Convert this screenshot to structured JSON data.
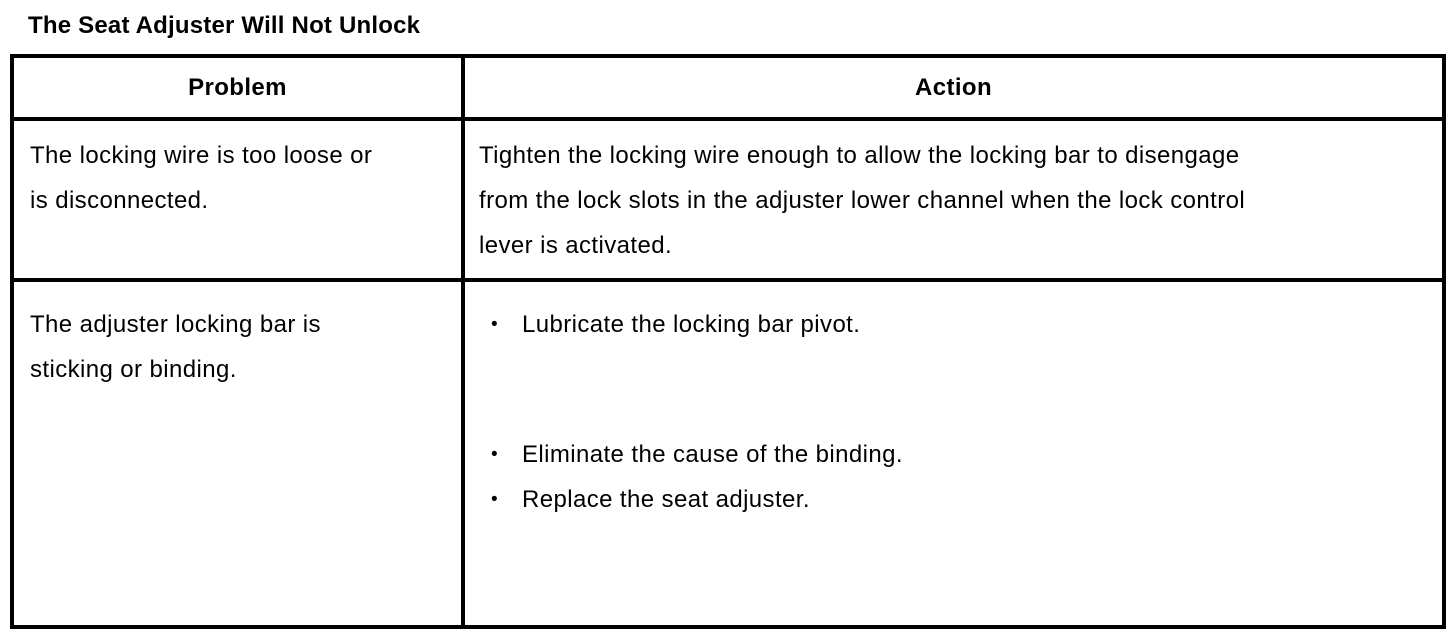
{
  "page": {
    "title": "The Seat Adjuster Will Not Unlock"
  },
  "table": {
    "headers": {
      "problem": "Problem",
      "action": "Action"
    },
    "bullet_glyph": "•",
    "rows": [
      {
        "problem": "The locking wire is too loose or is disconnected.",
        "action": "Tighten the locking wire enough to allow the locking bar to disengage from the lock slots in the adjuster lower channel when the lock control lever is activated."
      },
      {
        "problem": "The adjuster locking bar is sticking or binding.",
        "action_bullets": [
          "Lubricate the locking bar pivot.",
          "Eliminate the cause of the binding.",
          "Replace the seat adjuster."
        ]
      }
    ]
  },
  "colors": {
    "text": "#000000",
    "border": "#000000",
    "background": "#ffffff"
  }
}
